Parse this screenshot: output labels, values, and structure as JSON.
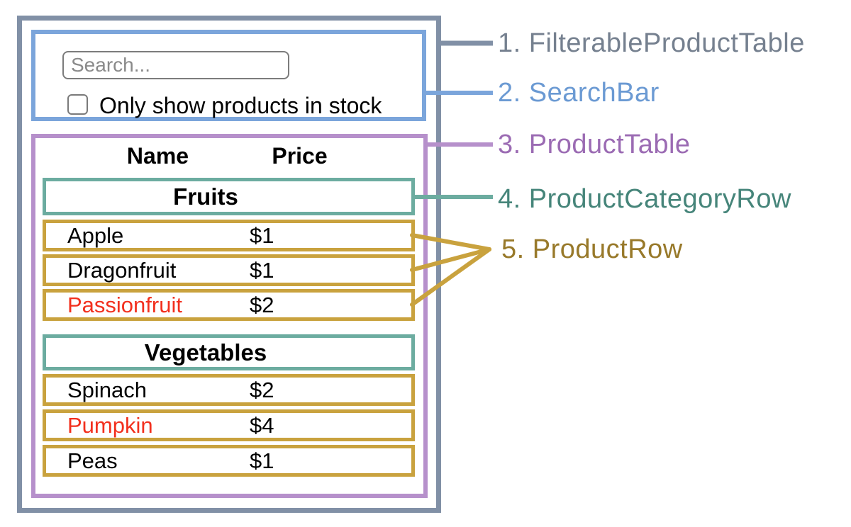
{
  "search_bar": {
    "input_placeholder": "Search...",
    "checkbox_checked": false,
    "checkbox_label": "Only show products in stock"
  },
  "product_table": {
    "headers": {
      "name": "Name",
      "price": "Price"
    },
    "sections": [
      {
        "category": "Fruits",
        "rows": [
          {
            "name": "Apple",
            "price": "$1",
            "name_color": "#000000"
          },
          {
            "name": "Dragonfruit",
            "price": "$1",
            "name_color": "#000000"
          },
          {
            "name": "Passionfruit",
            "price": "$2",
            "name_color": "#F2301E"
          }
        ]
      },
      {
        "category": "Vegetables",
        "rows": [
          {
            "name": "Spinach",
            "price": "$2",
            "name_color": "#000000"
          },
          {
            "name": "Pumpkin",
            "price": "$4",
            "name_color": "#F2301E"
          },
          {
            "name": "Peas",
            "price": "$1",
            "name_color": "#000000"
          }
        ]
      }
    ]
  },
  "legend": {
    "items": [
      {
        "text": "1. FilterableProductTable",
        "color": "#75808F"
      },
      {
        "text": "2. SearchBar",
        "color": "#6B9AD3"
      },
      {
        "text": "3. ProductTable",
        "color": "#9B6BB3"
      },
      {
        "text": "4. ProductCategoryRow",
        "color": "#46857A"
      },
      {
        "text": "5. ProductRow",
        "color": "#98792A"
      }
    ]
  },
  "colors": {
    "outer_border": "#8190A6",
    "search_border": "#7BA5DB",
    "table_border": "#B690CB",
    "category_border": "#6CACA0",
    "product_border": "#C9A23E",
    "out_of_stock_text": "#F2301E"
  }
}
